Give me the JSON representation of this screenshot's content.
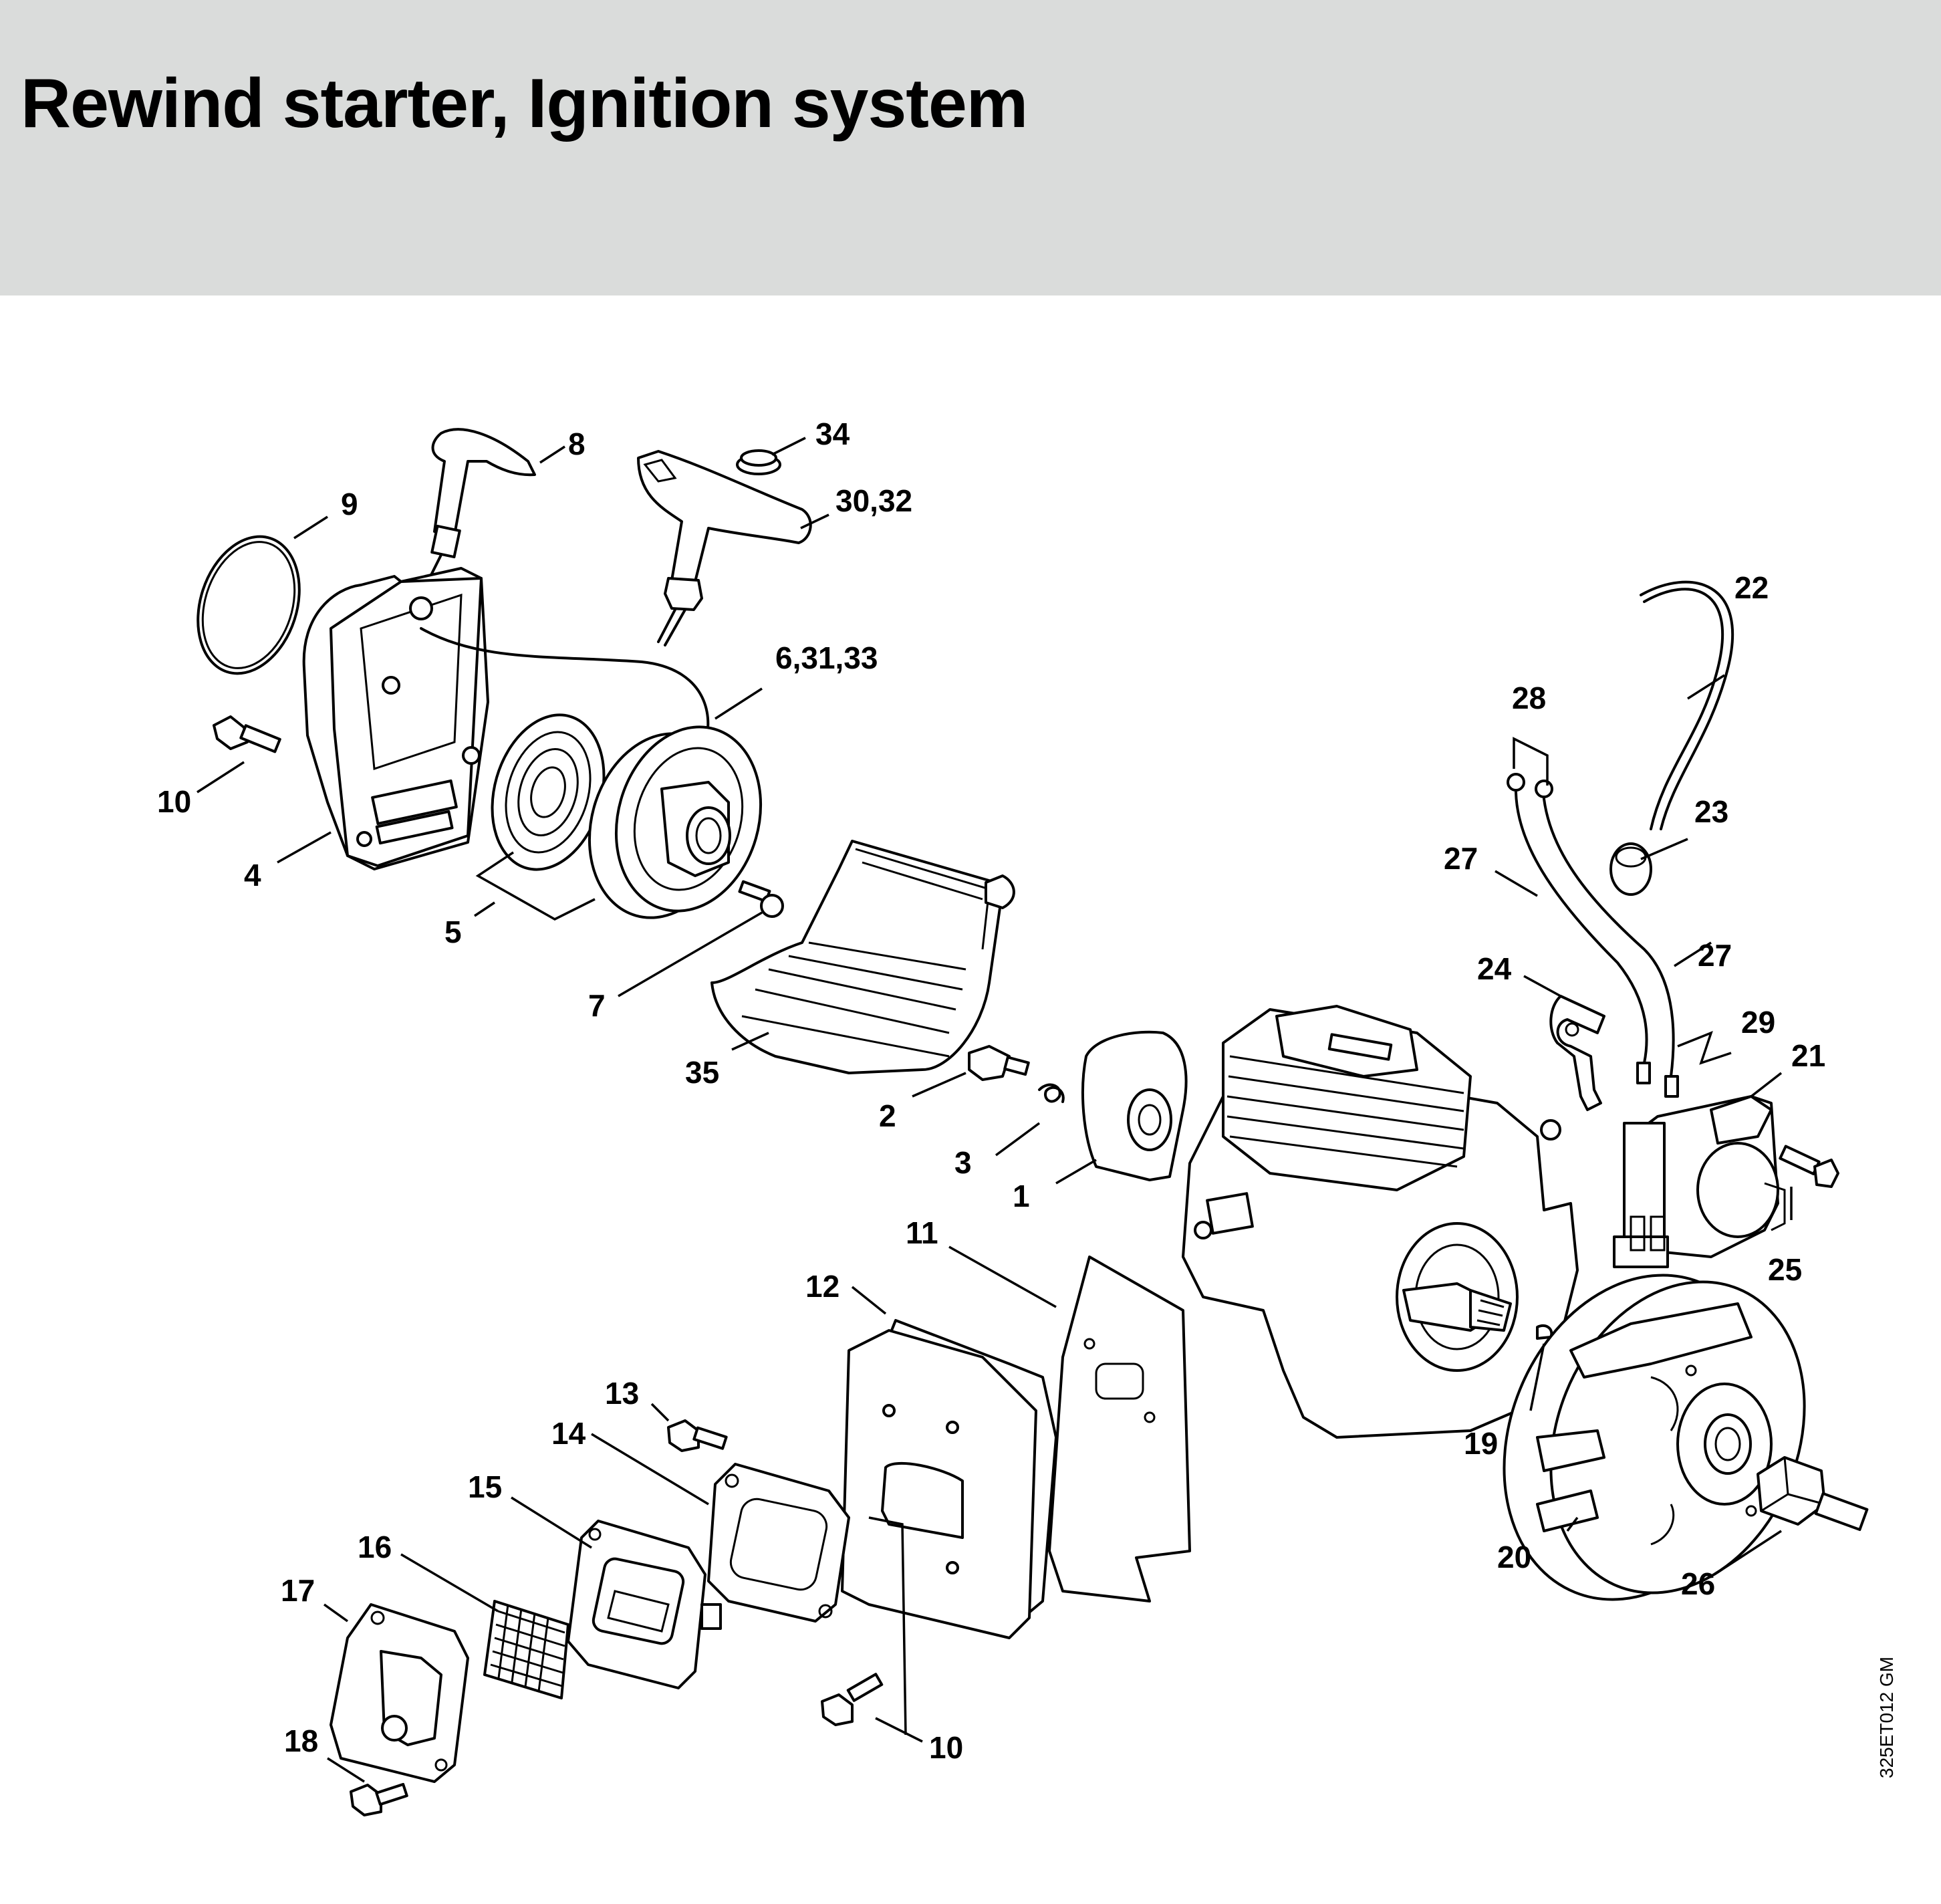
{
  "header": {
    "title": "Rewind starter, Ignition system"
  },
  "diagram": {
    "drawing_code": "325ET012 GM",
    "callouts": [
      "1",
      "2",
      "3",
      "4",
      "5",
      "6,31,33",
      "7",
      "8",
      "9",
      "10",
      "10",
      "11",
      "12",
      "13",
      "14",
      "15",
      "16",
      "17",
      "18",
      "19",
      "20",
      "21",
      "22",
      "23",
      "24",
      "25",
      "26",
      "27",
      "27",
      "28",
      "29",
      "30,32",
      "34",
      "35"
    ]
  }
}
